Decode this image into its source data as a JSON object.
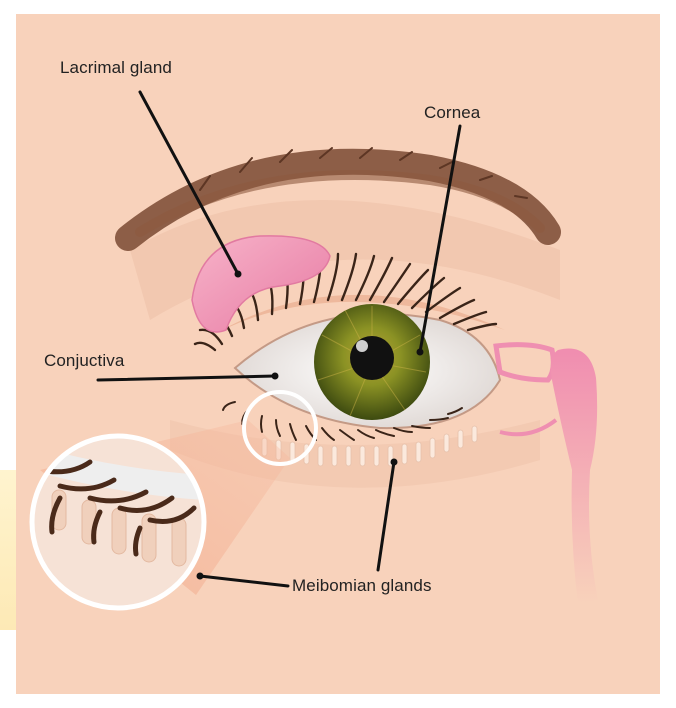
{
  "labels": {
    "lacrimal_gland": "Lacrimal gland",
    "cornea": "Cornea",
    "conjunctiva": "Conjuctiva",
    "meibomian_glands": "Meibomian glands"
  },
  "colors": {
    "background": "#f8d2bb",
    "eyebrow": "#7a4a33",
    "lacrimal_gland": "#ef8fb1",
    "iris": "#7f8a1e",
    "pupil": "#111111",
    "sclera": "#f3f0ee",
    "lashes": "#3a2418",
    "leader_lines": "#111111"
  },
  "icons": [
    "magnifier-circle",
    "callout-leader-lines"
  ]
}
